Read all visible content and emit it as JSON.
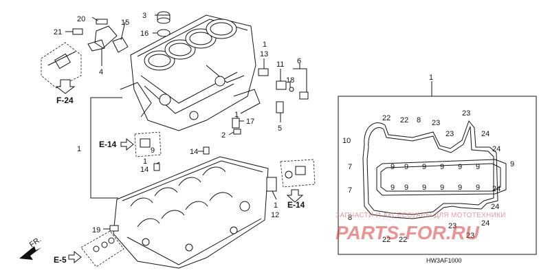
{
  "labels": {
    "p20": "20",
    "p3": "3",
    "p15": "15",
    "p21": "21",
    "p16": "16",
    "p4": "4",
    "p13": "13",
    "p1a": "1",
    "p11a": "11",
    "p6": "6",
    "p18": "18",
    "p5": "5",
    "p1b": "1",
    "p17": "17",
    "p2": "2",
    "p1c": "1",
    "p14a": "14",
    "p14b": "14",
    "p1d": "1",
    "p1e": "1",
    "p12": "12",
    "p19": "19",
    "p1f": "1",
    "p9": "9"
  },
  "refs": {
    "f24": "F-24",
    "e14a": "E-14",
    "e14b": "E-14",
    "e5": "E-5",
    "fr": "FR."
  },
  "gasket": {
    "top": [
      "22",
      "22",
      "8",
      "23",
      "23",
      "23",
      "24",
      "24"
    ],
    "left": [
      "10",
      "7",
      "7",
      "8"
    ],
    "right": [
      "9",
      "24",
      "24",
      "24"
    ],
    "bottom": [
      "22",
      "22",
      "23",
      "23"
    ],
    "inner_top": [
      "9",
      "9",
      "9",
      "9",
      "9"
    ],
    "inner_bottom": [
      "9",
      "9",
      "9",
      "9",
      "9"
    ],
    "inner_left": [
      "9",
      "9"
    ]
  },
  "diagram_code": "HW3AF1000",
  "watermark": {
    "top_text": "ЗАПЧАСТИ И АКСЕССУАРЫ ДЛЯ МОТОТЕХНИКИ",
    "brand": "PARTS-FOR.RU"
  }
}
